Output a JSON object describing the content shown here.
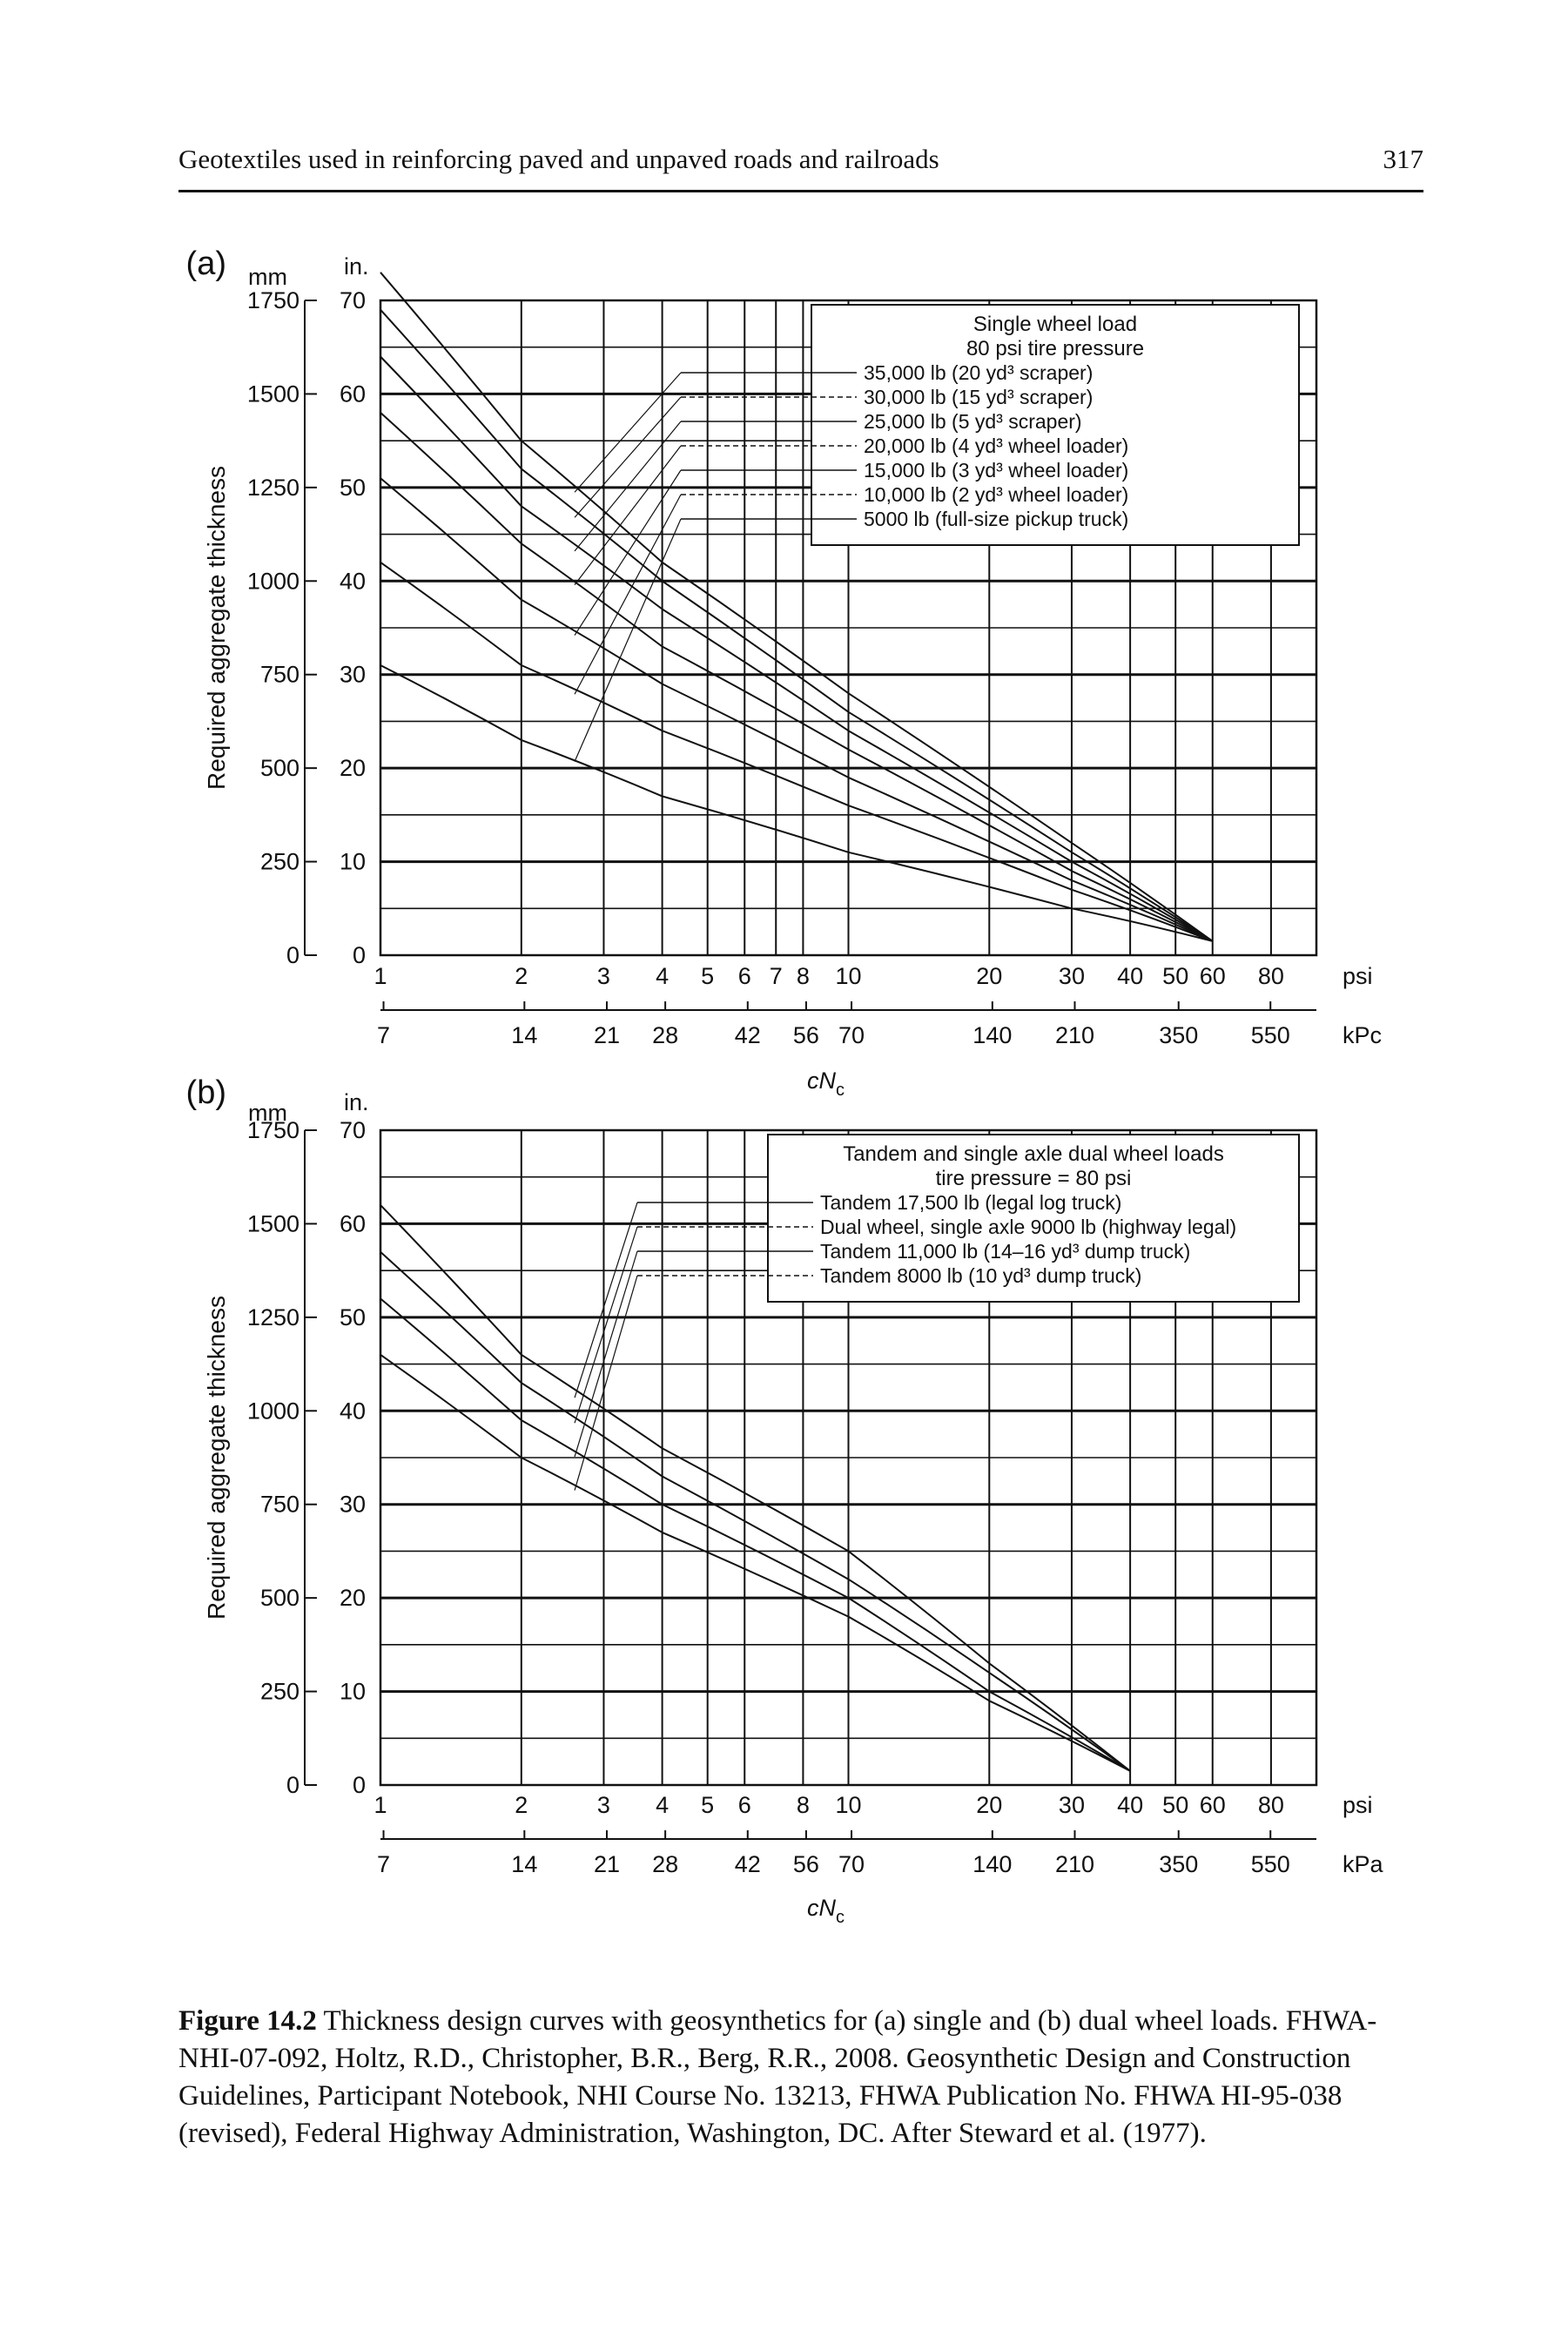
{
  "header": {
    "title": "Geotextiles used in reinforcing paved and unpaved roads and railroads",
    "page_number": "317"
  },
  "caption": {
    "label": "Figure 14.2",
    "text": "Thickness design curves with geosynthetics for (a) single and (b) dual wheel loads. FHWA-NHI-07-092, Holtz, R.D., Christopher, B.R., Berg, R.R., 2008. Geosynthetic Design and Construction Guidelines, Participant Notebook, NHI Course No. 13213, FHWA Publication No. FHWA HI-95-038 (revised), Federal Highway Administration, Washington, DC. After Steward et al. (1977)."
  },
  "chart_data": [
    {
      "panel_label": "(a)",
      "type": "line",
      "x_scale": "log",
      "x_range_psi": [
        1,
        100
      ],
      "y_range_in": [
        0,
        70
      ],
      "grid": true,
      "ylabel": "Required aggregate thickness",
      "y_unit_mm": "mm",
      "y_unit_in": "in.",
      "y_ticks_mm": [
        "1750",
        "1500",
        "1250",
        "1000",
        "750",
        "500",
        "250",
        "0"
      ],
      "y_ticks_in": [
        "70",
        "60",
        "50",
        "40",
        "30",
        "20",
        "10",
        "0"
      ],
      "x_ticks_psi": [
        "1",
        "2",
        "3",
        "4",
        "5",
        "6",
        "7",
        "8",
        "10",
        "20",
        "30",
        "40",
        "50",
        "60",
        "80"
      ],
      "x_unit_psi": "psi",
      "x_ticks_kpa": [
        "7",
        "14",
        "21",
        "28",
        "42",
        "56",
        "70",
        "140",
        "210",
        "350",
        "550"
      ],
      "x_unit_kpa": "kPc",
      "xlabel": "cN",
      "xlabel_sub": "c",
      "legend_title_lines": [
        "Single wheel load",
        "80 psi tire pressure"
      ],
      "series": [
        {
          "name": "35,000 lb (20 yd³ scraper)",
          "x": [
            1,
            2,
            4,
            10,
            30,
            60
          ],
          "y": [
            73,
            55,
            42,
            28,
            12,
            1.5
          ]
        },
        {
          "name": "30,000 lb (15 yd³ scraper)",
          "x": [
            1,
            2,
            4,
            10,
            30,
            60
          ],
          "y": [
            69,
            52,
            40,
            26,
            11,
            1.5
          ]
        },
        {
          "name": "25,000 lb (5 yd³ scraper)",
          "x": [
            1,
            2,
            4,
            10,
            30,
            60
          ],
          "y": [
            64,
            48,
            37,
            24,
            10,
            1.5
          ]
        },
        {
          "name": "20,000 lb (4 yd³ wheel loader)",
          "x": [
            1,
            2,
            4,
            10,
            30,
            60
          ],
          "y": [
            58,
            44,
            33,
            22,
            9,
            1.5
          ]
        },
        {
          "name": "15,000 lb (3 yd³ wheel loader)",
          "x": [
            1,
            2,
            4,
            10,
            30,
            60
          ],
          "y": [
            51,
            38,
            29,
            19,
            8,
            1.5
          ]
        },
        {
          "name": "10,000 lb (2 yd³ wheel loader)",
          "x": [
            1,
            2,
            4,
            10,
            30,
            60
          ],
          "y": [
            42,
            31,
            24,
            16,
            7,
            1.5
          ]
        },
        {
          "name": "5000 lb (full-size pickup truck)",
          "x": [
            1,
            2,
            4,
            10,
            30,
            60
          ],
          "y": [
            31,
            23,
            17,
            11,
            5,
            1.5
          ]
        }
      ]
    },
    {
      "panel_label": "(b)",
      "type": "line",
      "x_scale": "log",
      "x_range_psi": [
        1,
        100
      ],
      "y_range_in": [
        0,
        70
      ],
      "grid": true,
      "ylabel": "Required aggregate thickness",
      "y_unit_mm": "mm",
      "y_unit_in": "in.",
      "y_ticks_mm": [
        "1750",
        "1500",
        "1250",
        "1000",
        "750",
        "500",
        "250",
        "0"
      ],
      "y_ticks_in": [
        "70",
        "60",
        "50",
        "40",
        "30",
        "20",
        "10",
        "0"
      ],
      "x_ticks_psi": [
        "1",
        "2",
        "3",
        "4",
        "5",
        "6",
        "8",
        "10",
        "20",
        "30",
        "40",
        "50",
        "60",
        "80"
      ],
      "x_unit_psi": "psi",
      "x_ticks_kpa": [
        "7",
        "14",
        "21",
        "28",
        "42",
        "56",
        "70",
        "140",
        "210",
        "350",
        "550"
      ],
      "x_unit_kpa": "kPa",
      "xlabel": "cN",
      "xlabel_sub": "c",
      "legend_title_lines": [
        "Tandem and single axle dual wheel loads",
        "tire pressure = 80 psi"
      ],
      "series": [
        {
          "name": "Tandem 17,500 lb (legal log truck)",
          "x": [
            1,
            2,
            4,
            10,
            20,
            40
          ],
          "y": [
            62,
            46,
            36,
            25,
            13,
            1.5
          ]
        },
        {
          "name": "Dual wheel, single axle 9000 lb (highway legal)",
          "x": [
            1,
            2,
            4,
            10,
            20,
            40
          ],
          "y": [
            57,
            43,
            33,
            22,
            12,
            1.5
          ]
        },
        {
          "name": "Tandem 11,000 lb (14–16 yd³ dump truck)",
          "x": [
            1,
            2,
            4,
            10,
            20,
            40
          ],
          "y": [
            52,
            39,
            30,
            20,
            10,
            1.5
          ]
        },
        {
          "name": "Tandem 8000 lb (10 yd³ dump truck)",
          "x": [
            1,
            2,
            4,
            10,
            20,
            40
          ],
          "y": [
            46,
            35,
            27,
            18,
            9,
            1.5
          ]
        }
      ]
    }
  ]
}
